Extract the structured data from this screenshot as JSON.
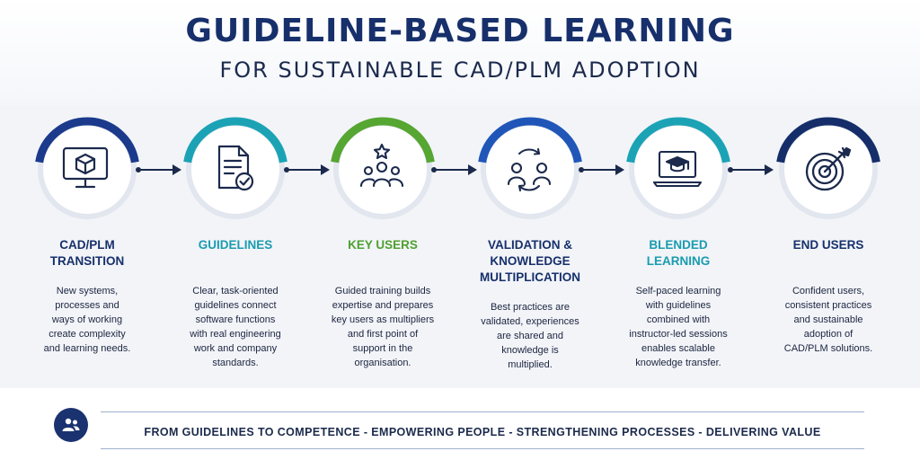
{
  "header": {
    "title": "GUIDELINE-BASED LEARNING",
    "subtitle": "FOR SUSTAINABLE CAD/PLM ADOPTION"
  },
  "stages": [
    {
      "title": "CAD/PLM\nTRANSITION",
      "description": "New systems,\nprocesses and\nways of working\ncreate complexity\nand learning needs.",
      "accent": "#1b3a8c",
      "title_color": "#17306b",
      "icon": "monitor-cube-icon"
    },
    {
      "title": "GUIDELINES",
      "description": "Clear, task-oriented\nguidelines connect\nsoftware functions\nwith real engineering\nwork and company\nstandards.",
      "accent": "#1ba3b5",
      "title_color": "#1a9bb0",
      "icon": "document-check-icon"
    },
    {
      "title": "KEY USERS",
      "description": "Guided training builds\nexpertise and prepares\nkey users as multipliers\nand first point of\nsupport in the\norganisation.",
      "accent": "#56a632",
      "title_color": "#4fa02f",
      "icon": "team-star-icon"
    },
    {
      "title": "VALIDATION &\nKNOWLEDGE\nMULTIPLICATION",
      "description": "Best practices are\nvalidated, experiences\nare shared and\nknowledge is\nmultiplied.",
      "accent": "#1f56b8",
      "title_color": "#17306b",
      "icon": "people-exchange-icon"
    },
    {
      "title": "BLENDED\nLEARNING",
      "description": "Self-paced learning\nwith guidelines\ncombined with\ninstructor-led sessions\nenables scalable\nknowledge transfer.",
      "accent": "#1ba3b5",
      "title_color": "#1a9bb0",
      "icon": "laptop-graduation-icon"
    },
    {
      "title": "END USERS",
      "description": "Confident users,\nconsistent practices\nand sustainable\nadoption of\nCAD/PLM solutions.",
      "accent": "#152e6a",
      "title_color": "#17306b",
      "icon": "target-arrow-icon"
    }
  ],
  "footer": {
    "text": "FROM GUIDELINES TO COMPETENCE  -  EMPOWERING PEOPLE  -  STRENGTHENING PROCESSES  -  DELIVERING VALUE",
    "icon": "users-icon"
  }
}
